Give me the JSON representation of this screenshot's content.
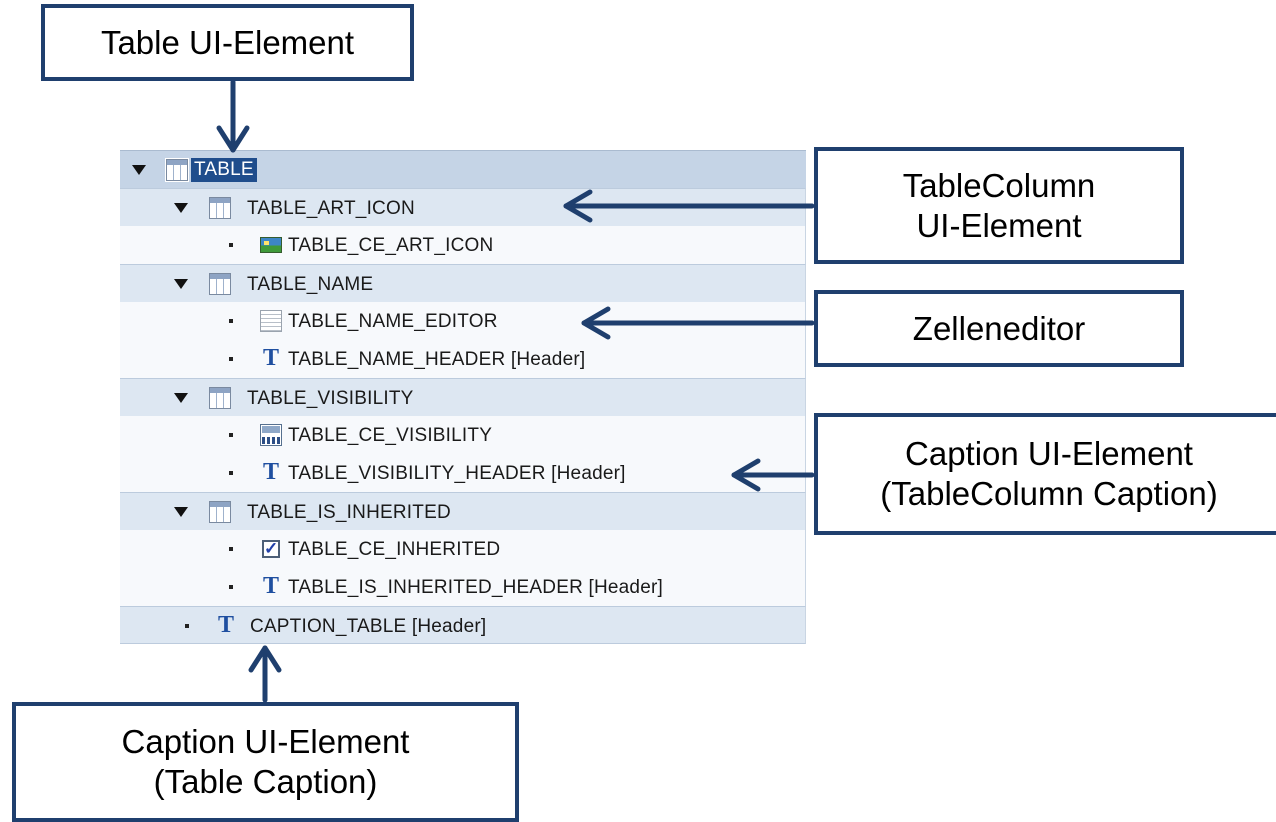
{
  "callouts": {
    "table_ui_element": "Table UI-Element",
    "tablecolumn_line1": "TableColumn",
    "tablecolumn_line2": "UI-Element",
    "cell_editor": "Zelleneditor",
    "col_caption_line1": "Caption UI-Element",
    "col_caption_line2": "(TableColumn Caption)",
    "table_caption_line1": "Caption UI-Element",
    "table_caption_line2": "(Table Caption)"
  },
  "tree": {
    "root": "TABLE",
    "art_icon_col": "TABLE_ART_ICON",
    "art_icon_editor": "TABLE_CE_ART_ICON",
    "name_col": "TABLE_NAME",
    "name_editor": "TABLE_NAME_EDITOR",
    "name_header": "TABLE_NAME_HEADER [Header]",
    "visibility_col": "TABLE_VISIBILITY",
    "visibility_editor": "TABLE_CE_VISIBILITY",
    "visibility_header": "TABLE_VISIBILITY_HEADER [Header]",
    "inherited_col": "TABLE_IS_INHERITED",
    "inherited_editor": "TABLE_CE_INHERITED",
    "inherited_header": "TABLE_IS_INHERITED_HEADER [Header]",
    "table_caption": "CAPTION_TABLE [Header]"
  },
  "icons": {
    "table": "table-icon",
    "image": "image-icon",
    "text_view": "textview-icon",
    "caption": "caption-icon",
    "dropdown": "dropdown-icon",
    "checkbox": "checkbox-icon"
  },
  "colors": {
    "callout_border": "#1f3f6e",
    "arrow": "#1f3f6e",
    "selection": "#1f4d8c",
    "column_row": "#dde7f2"
  }
}
